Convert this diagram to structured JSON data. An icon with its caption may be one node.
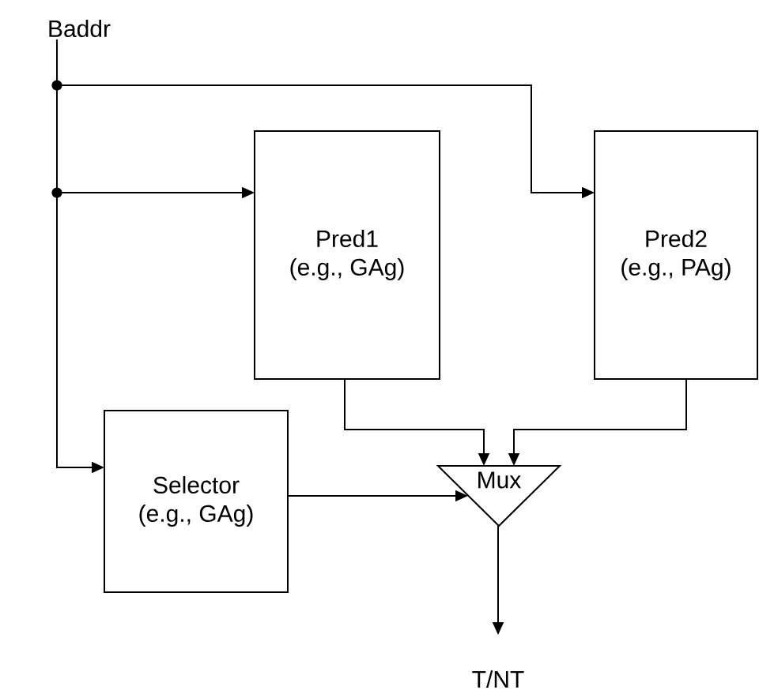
{
  "diagram": {
    "nodes": [
      {
        "text": [
          "Baddr"
        ]
      },
      {
        "text": [
          "Pred1",
          "(e.g., GAg)"
        ]
      },
      {
        "text": [
          "Pred2",
          "(e.g., PAg)"
        ]
      },
      {
        "text": [
          "Selector",
          "(e.g., GAg)"
        ]
      },
      {
        "text": [
          "Mux"
        ]
      },
      {
        "text": [
          "T/NT"
        ]
      }
    ],
    "edges": [
      {
        "from": 0,
        "to": 2,
        "arrow": "to"
      },
      {
        "from": 0,
        "to": 1,
        "arrow": "to"
      },
      {
        "from": 0,
        "to": 3,
        "arrow": "to"
      },
      {
        "from": 1,
        "to": 4,
        "arrow": "to"
      },
      {
        "from": 2,
        "to": 4,
        "arrow": "to"
      },
      {
        "from": 3,
        "to": 4,
        "arrow": "to"
      },
      {
        "from": 4,
        "to": 5,
        "arrow": "to"
      }
    ]
  }
}
